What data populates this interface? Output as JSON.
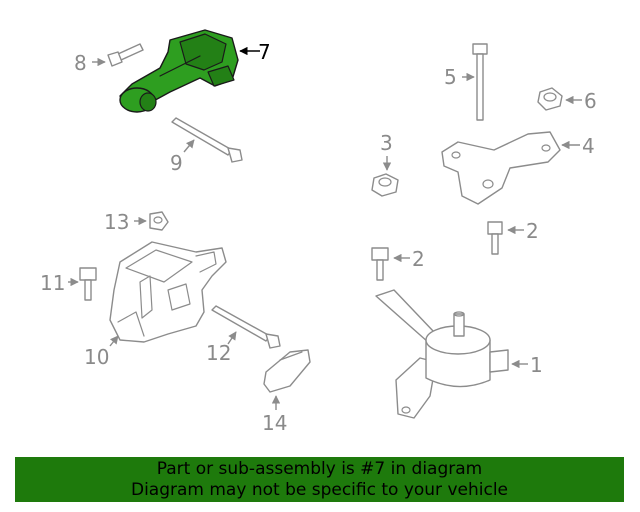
{
  "diagram": {
    "highlighted_part": "7",
    "callouts": {
      "c1": "1",
      "c2a": "2",
      "c2b": "2",
      "c3": "3",
      "c4": "4",
      "c5": "5",
      "c6": "6",
      "c7": "7",
      "c8": "8",
      "c9": "9",
      "c10": "10",
      "c11": "11",
      "c12": "12",
      "c13": "13",
      "c14": "14"
    },
    "colors": {
      "highlight": "#2e9e20",
      "line": "#8c8c8c",
      "banner": "#1e7a0c"
    }
  },
  "banner": {
    "line1": "Part or sub-assembly is #7 in diagram",
    "line2": "Diagram may not be specific to your vehicle"
  }
}
